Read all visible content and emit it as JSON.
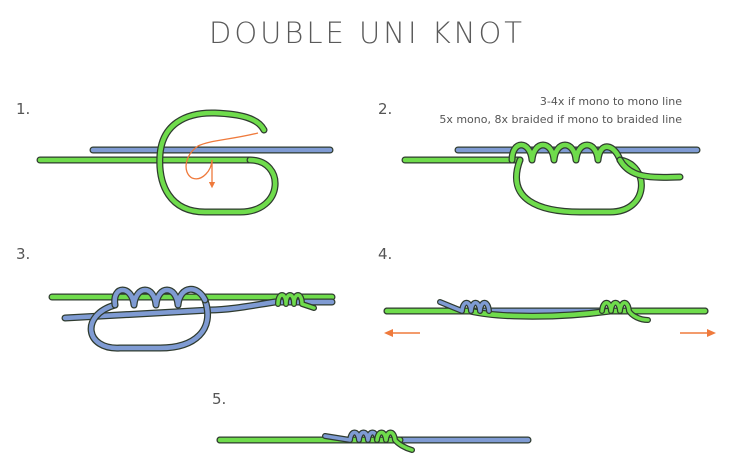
{
  "title": "DOUBLE UNI KNOT",
  "steps": [
    {
      "number": "1."
    },
    {
      "number": "2.",
      "notes": [
        "3-4x if mono to mono line",
        "5x mono, 8x braided if mono to braided line"
      ]
    },
    {
      "number": "3."
    },
    {
      "number": "4."
    },
    {
      "number": "5."
    }
  ],
  "colors": {
    "green_line": "#6fdc4c",
    "blue_line": "#7f9bd3",
    "outline": "#2f3b2f",
    "arrow": "#ef7a3c"
  },
  "icons": {
    "direction_arrow": "orange-arrow-icon"
  }
}
